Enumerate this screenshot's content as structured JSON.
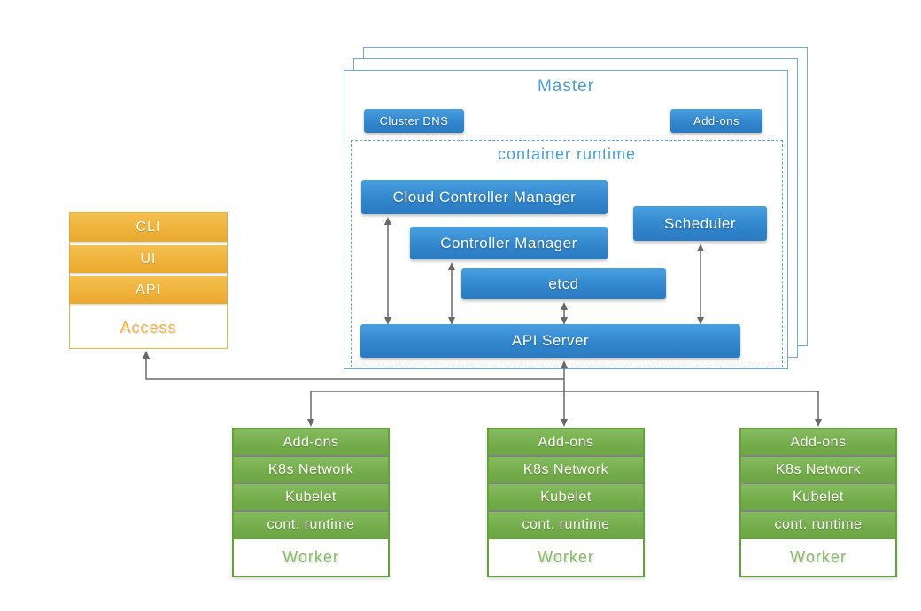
{
  "master": {
    "title": "Master",
    "cluster_dns": "Cluster DNS",
    "addons": "Add-ons",
    "container_runtime_title": "container runtime",
    "cloud_controller_manager": "Cloud Controller Manager",
    "controller_manager": "Controller Manager",
    "etcd": "etcd",
    "scheduler": "Scheduler",
    "api_server": "API Server"
  },
  "access": {
    "rows": [
      "CLI",
      "UI",
      "API"
    ],
    "label": "Access"
  },
  "workers": [
    {
      "rows": [
        "Add-ons",
        "K8s Network",
        "Kubelet",
        "cont. runtime"
      ],
      "label": "Worker"
    },
    {
      "rows": [
        "Add-ons",
        "K8s Network",
        "Kubelet",
        "cont. runtime"
      ],
      "label": "Worker"
    },
    {
      "rows": [
        "Add-ons",
        "K8s Network",
        "Kubelet",
        "cont. runtime"
      ],
      "label": "Worker"
    }
  ],
  "colors": {
    "blue_fill": "#3287cd",
    "blue_border": "#6fa8dc",
    "blue_text": "#4a9ed8",
    "orange_fill": "#eeb23a",
    "orange_text": "#f0b544",
    "green_fill": "#74ab4b",
    "green_border": "#66a13c",
    "green_text": "#8bbb67",
    "connector_gray": "#696969"
  }
}
